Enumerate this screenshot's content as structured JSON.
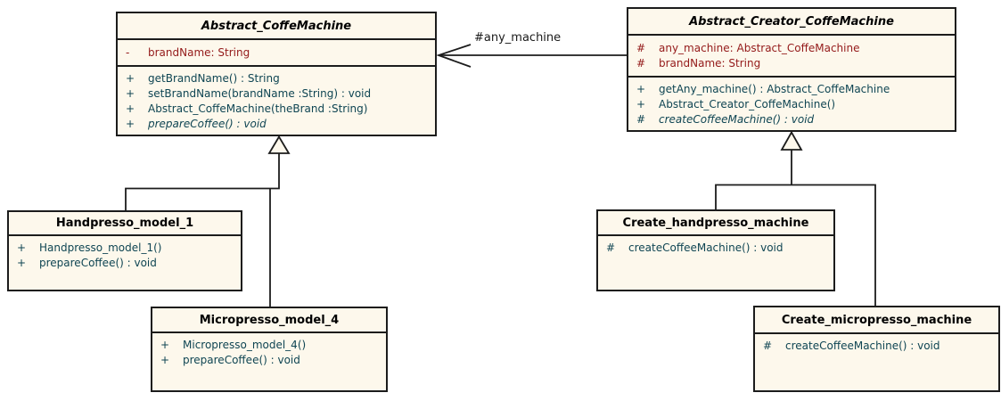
{
  "diagram": {
    "type": "uml-class-diagram",
    "classes": [
      {
        "name": "Abstract_CoffeMachine",
        "abstract": true,
        "attributes": [
          {
            "vis": "-",
            "text": "brandName: String"
          }
        ],
        "methods": [
          {
            "vis": "+",
            "text": "getBrandName() : String"
          },
          {
            "vis": "+",
            "text": "setBrandName(brandName :String) : void"
          },
          {
            "vis": "+",
            "text": "Abstract_CoffeMachine(theBrand :String)"
          },
          {
            "vis": "+",
            "text": "prepareCoffee() : void",
            "abstract": true
          }
        ]
      },
      {
        "name": "Abstract_Creator_CoffeMachine",
        "abstract": true,
        "attributes": [
          {
            "vis": "#",
            "text": "any_machine: Abstract_CoffeMachine"
          },
          {
            "vis": "#",
            "text": "brandName: String"
          }
        ],
        "methods": [
          {
            "vis": "+",
            "text": "getAny_machine() : Abstract_CoffeMachine"
          },
          {
            "vis": "+",
            "text": "Abstract_Creator_CoffeMachine()"
          },
          {
            "vis": "#",
            "text": "createCoffeeMachine() : void",
            "abstract": true
          }
        ]
      },
      {
        "name": "Handpresso_model_1",
        "abstract": false,
        "attributes": [],
        "methods": [
          {
            "vis": "+",
            "text": "Handpresso_model_1()"
          },
          {
            "vis": "+",
            "text": "prepareCoffee() : void"
          }
        ]
      },
      {
        "name": "Micropresso_model_4",
        "abstract": false,
        "attributes": [],
        "methods": [
          {
            "vis": "+",
            "text": "Micropresso_model_4()"
          },
          {
            "vis": "+",
            "text": "prepareCoffee() : void"
          }
        ]
      },
      {
        "name": "Create_handpresso_machine",
        "abstract": false,
        "attributes": [],
        "methods": [
          {
            "vis": "#",
            "text": "createCoffeeMachine() : void"
          }
        ]
      },
      {
        "name": "Create_micropresso_machine",
        "abstract": false,
        "attributes": [],
        "methods": [
          {
            "vis": "#",
            "text": "createCoffeeMachine() : void"
          }
        ]
      }
    ],
    "relations": [
      {
        "kind": "association",
        "label": "#any_machine",
        "from": "Abstract_Creator_CoffeMachine",
        "to": "Abstract_CoffeMachine",
        "arrow": "open"
      },
      {
        "kind": "generalization",
        "from": "Handpresso_model_1",
        "to": "Abstract_CoffeMachine",
        "arrow": "hollow-triangle"
      },
      {
        "kind": "generalization",
        "from": "Micropresso_model_4",
        "to": "Abstract_CoffeMachine",
        "arrow": "hollow-triangle"
      },
      {
        "kind": "generalization",
        "from": "Create_handpresso_machine",
        "to": "Abstract_Creator_CoffeMachine",
        "arrow": "hollow-triangle"
      },
      {
        "kind": "generalization",
        "from": "Create_micropresso_machine",
        "to": "Abstract_Creator_CoffeMachine",
        "arrow": "hollow-triangle"
      }
    ]
  },
  "colors": {
    "class_fill": "#fdf8ec",
    "border": "#1c1c1c",
    "title_text": "#000000",
    "attribute_text": "#941a1a",
    "method_text": "#0f4553",
    "label_text": "#1a1a1a",
    "canvas_bg": "#ffffff"
  }
}
